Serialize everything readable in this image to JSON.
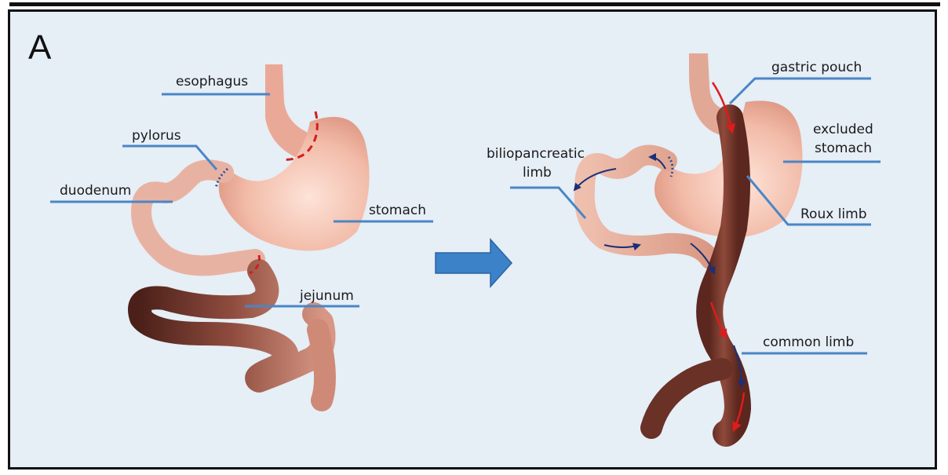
{
  "panel_letter": "A",
  "labels": {
    "esophagus": "esophagus",
    "pylorus": "pylorus",
    "duodenum": "duodenum",
    "stomach": "stomach",
    "jejunum": "jejunum",
    "gastric_pouch": "gastric pouch",
    "excluded_stomach_line1": "excluded",
    "excluded_stomach_line2": "stomach",
    "biliopancreatic_line1": "biliopancreatic",
    "biliopancreatic_line2": "limb",
    "roux_limb": "Roux limb",
    "common_limb": "common limb"
  },
  "colors": {
    "background": "#e6eef6",
    "leader_line": "#4a86c5",
    "stomach": "#f0b8a6",
    "intestine_light": "#e2a896",
    "intestine_dark": "#5a2a22",
    "cut_line": "#d11f1f",
    "dotted_line": "#2a4f9a",
    "flow_red": "#e01b1b",
    "flow_blue": "#1b2f7a",
    "arrow": "#3b82c9"
  }
}
